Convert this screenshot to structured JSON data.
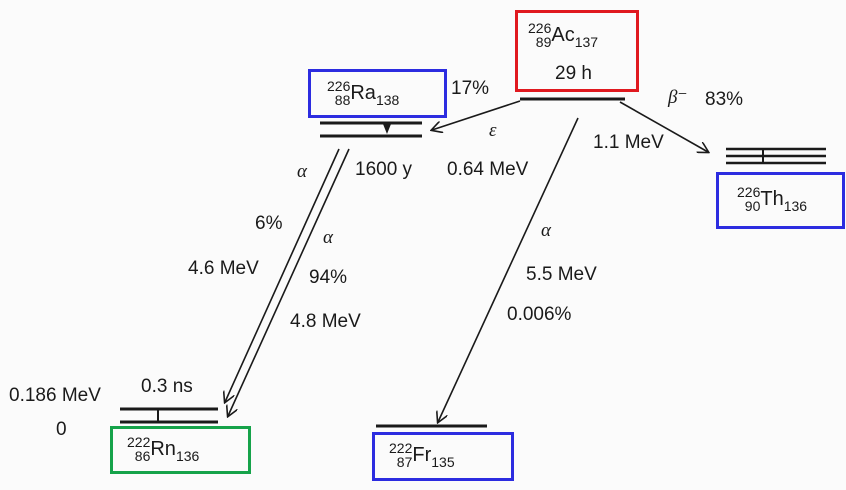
{
  "nuclides": {
    "ac": {
      "a": "226",
      "z": "89",
      "sym": "Ac",
      "n": "137",
      "halflife": "29 h",
      "box_color": "#e0191f"
    },
    "ra": {
      "a": "226",
      "z": "88",
      "sym": "Ra",
      "n": "138",
      "halflife": "1600 y",
      "box_color": "#2c2ce0"
    },
    "th": {
      "a": "226",
      "z": "90",
      "sym": "Th",
      "n": "136",
      "box_color": "#2c2ce0"
    },
    "rn": {
      "a": "222",
      "z": "86",
      "sym": "Rn",
      "n": "136",
      "box_color": "#16a34a"
    },
    "fr": {
      "a": "222",
      "z": "87",
      "sym": "Fr",
      "n": "135",
      "box_color": "#2c2ce0"
    }
  },
  "transitions": {
    "ac_to_ra": {
      "mode": "ε",
      "branch": "17%",
      "q": "0.64 MeV"
    },
    "ac_to_th": {
      "mode": "β⁻",
      "branch": "83%",
      "q": "1.1 MeV"
    },
    "ac_to_fr": {
      "mode": "α",
      "q": "5.5 MeV",
      "branch": "0.006%"
    },
    "ra_to_rn_excited": {
      "mode": "α",
      "branch": "6%",
      "q": "4.6 MeV"
    },
    "ra_to_rn_ground": {
      "mode": "α",
      "branch": "94%",
      "q": "4.8 MeV"
    }
  },
  "rn_levels": {
    "excited_energy": "0.186 MeV",
    "excited_halflife": "0.3 ns",
    "ground_energy": "0"
  }
}
